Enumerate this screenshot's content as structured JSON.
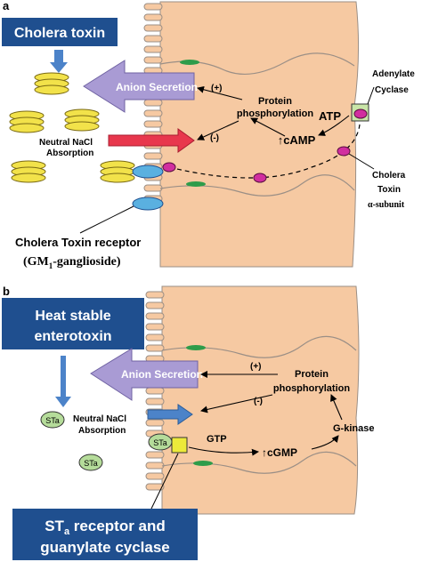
{
  "panel_a": {
    "letter": "a",
    "toxin_box": "Cholera toxin",
    "anion_secretion": "Anion Secretion",
    "plus": "(+)",
    "minus": "(-)",
    "protein_line1": "Protein",
    "protein_line2": "phosphorylation",
    "atp": "ATP",
    "adenylate_line1": "Adenylate",
    "adenylate_line2": "Cyclase",
    "camp": "↑cAMP",
    "nacl_line1": "Neutral NaCl",
    "nacl_line2": "Absorption",
    "subunit_line1": "Cholera",
    "subunit_line2": "Toxin",
    "subunit_line3": "α-subunit",
    "receptor_line1": "Cholera Toxin receptor",
    "receptor_line2_pre": "(GM",
    "receptor_line2_sub": "1",
    "receptor_line2_post": "-ganglioside)"
  },
  "panel_b": {
    "letter": "b",
    "toxin_line1": "Heat stable",
    "toxin_line2": "enterotoxin",
    "anion_secretion": "Anion Secretion",
    "plus": "(+)",
    "minus": "(-)",
    "protein_line1": "Protein",
    "protein_line2": "phosphorylation",
    "nacl_line1": "Neutral NaCl",
    "nacl_line2": "Absorption",
    "sta": "STa",
    "gtp": "GTP",
    "cgmp": "↑cGMP",
    "gkinase": "G-kinase",
    "receptor_line1_pre": "ST",
    "receptor_line1_sub": "a",
    "receptor_line1_post": " receptor and",
    "receptor_line2": "guanylate cyclase"
  },
  "colors": {
    "cell": "#f6c9a2",
    "cell_border": "#9b8f86",
    "blue_box": "#1f4f8f",
    "arrow_purple": "#a99bd4",
    "arrow_red": "#e8374d",
    "arrow_blue": "#4c83c9",
    "toxin_yellow": "#f2e24a",
    "receptor_blue": "#5ab0e0",
    "subunit_magenta": "#d12e9f",
    "enzyme_green": "#c9e5a8",
    "sta_green": "#b5dc9a",
    "receptor_yellow": "#ecea3a",
    "vesicle_green": "#2e9c4a"
  }
}
